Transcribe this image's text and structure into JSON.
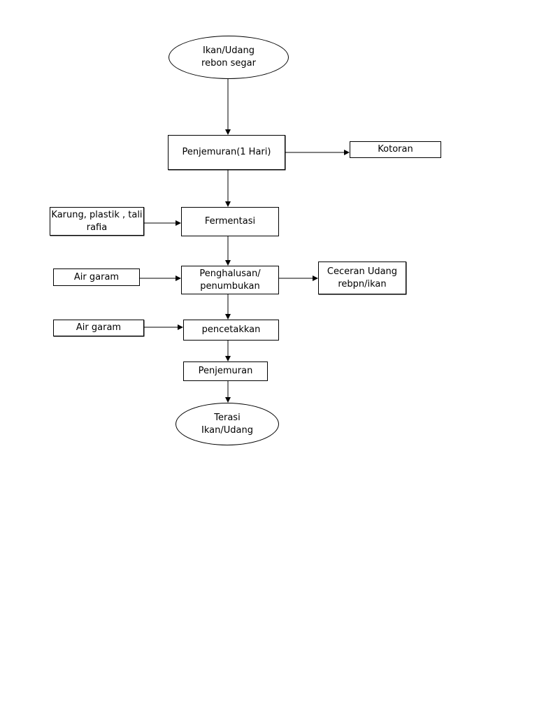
{
  "nodes": {
    "start": "Ikan/Udang\nrebon segar",
    "penjemuran1": "Penjemuran(1 Hari)",
    "kotoran": "Kotoran",
    "karung": "Karung, plastik , tali\nrafia",
    "fermentasi": "Fermentasi",
    "airgaram1": "Air garam",
    "penghalusan": "Penghalusan/\npenumbukan",
    "ceceran": "Ceceran Udang\nrebpn/ikan",
    "airgaram2": "Air garam",
    "pencetakkan": "pencetakkan",
    "penjemuran2": "Penjemuran",
    "end": "Terasi\nIkan/Udang"
  }
}
